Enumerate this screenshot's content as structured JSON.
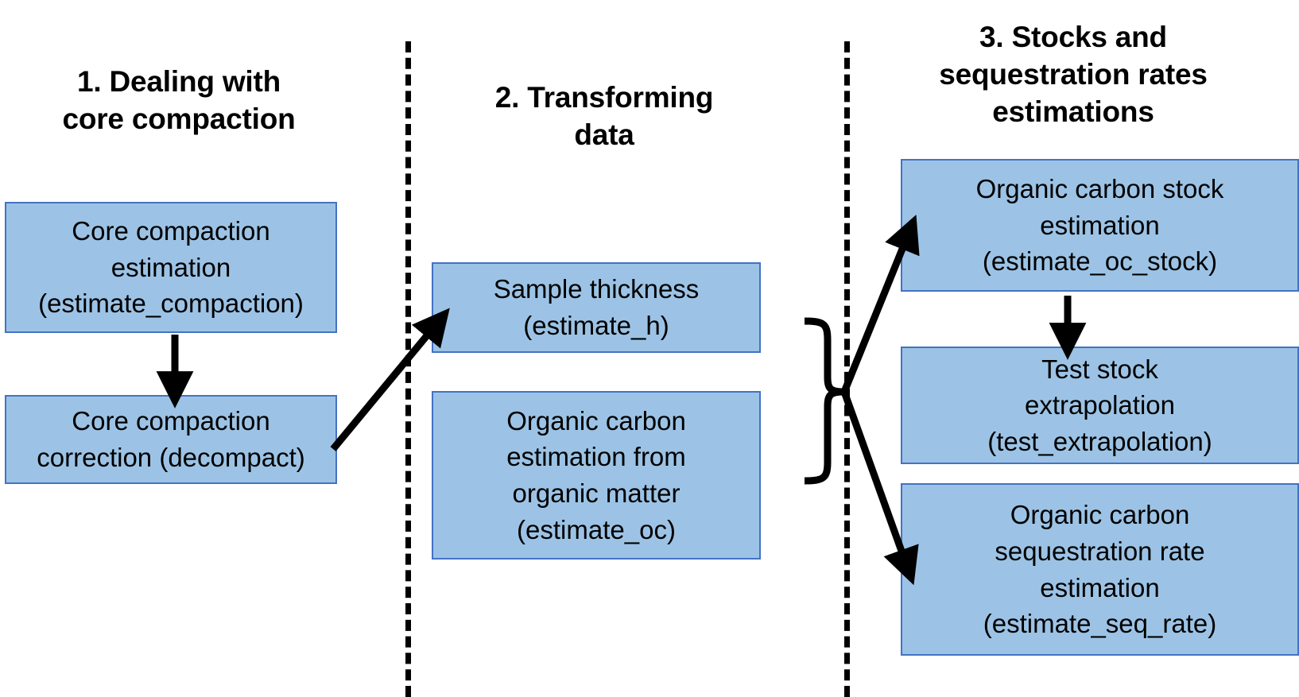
{
  "figure": {
    "type": "flowchart",
    "background": "#ffffff",
    "node_fill": "#9CC3E5",
    "node_border": "#4472C4",
    "edge_color": "#000000",
    "divider_style": "dashed"
  },
  "columns": [
    {
      "id": "col1",
      "title": "1. Dealing with core compaction",
      "title_lines": [
        "1. Dealing with",
        "core compaction"
      ]
    },
    {
      "id": "col2",
      "title": "2. Transforming data",
      "title_lines": [
        "2. Transforming",
        "data"
      ]
    },
    {
      "id": "col3",
      "title": "3. Stocks and sequestration rates estimations",
      "title_lines": [
        "3. Stocks and",
        "sequestration rates",
        "estimations"
      ]
    }
  ],
  "nodes": [
    {
      "id": "estimate_compaction",
      "column": "col1",
      "label": "Core compaction estimation (estimate_compaction)",
      "lines": [
        "Core compaction",
        "estimation",
        "(estimate_compaction)"
      ],
      "function": "estimate_compaction"
    },
    {
      "id": "decompact",
      "column": "col1",
      "label": "Core compaction correction (decompact)",
      "lines": [
        "Core compaction",
        "correction (decompact)"
      ],
      "function": "decompact"
    },
    {
      "id": "estimate_h",
      "column": "col2",
      "label": "Sample thickness (estimate_h)",
      "lines": [
        "Sample thickness",
        "(estimate_h)"
      ],
      "function": "estimate_h"
    },
    {
      "id": "estimate_oc",
      "column": "col2",
      "label": "Organic carbon estimation from organic matter (estimate_oc)",
      "lines": [
        "Organic carbon",
        "estimation from",
        "organic matter",
        "(estimate_oc)"
      ],
      "function": "estimate_oc"
    },
    {
      "id": "estimate_oc_stock",
      "column": "col3",
      "label": "Organic carbon stock estimation (estimate_oc_stock)",
      "lines": [
        "Organic carbon stock",
        "estimation",
        "(estimate_oc_stock)"
      ],
      "function": "estimate_oc_stock"
    },
    {
      "id": "test_extrapolation",
      "column": "col3",
      "label": "Test stock extrapolation (test_extrapolation)",
      "lines": [
        "Test stock",
        "extrapolation",
        "(test_extrapolation)"
      ],
      "function": "test_extrapolation"
    },
    {
      "id": "estimate_seq_rate",
      "column": "col3",
      "label": "Organic carbon sequestration rate estimation (estimate_seq_rate)",
      "lines": [
        "Organic carbon",
        "sequestration rate",
        "estimation",
        "(estimate_seq_rate)"
      ],
      "function": "estimate_seq_rate"
    }
  ],
  "edges": [
    {
      "id": "e1",
      "from": "estimate_compaction",
      "to": "decompact",
      "style": "straight-arrow"
    },
    {
      "id": "e2",
      "from": "decompact",
      "to": "estimate_h",
      "style": "diagonal-arrow"
    },
    {
      "id": "e3",
      "from": "estimate_h+estimate_oc",
      "to": "estimate_oc_stock",
      "style": "brace-arrow"
    },
    {
      "id": "e4",
      "from": "estimate_h+estimate_oc",
      "to": "estimate_seq_rate",
      "style": "brace-arrow"
    },
    {
      "id": "e5",
      "from": "estimate_oc_stock",
      "to": "test_extrapolation",
      "style": "straight-arrow"
    }
  ]
}
